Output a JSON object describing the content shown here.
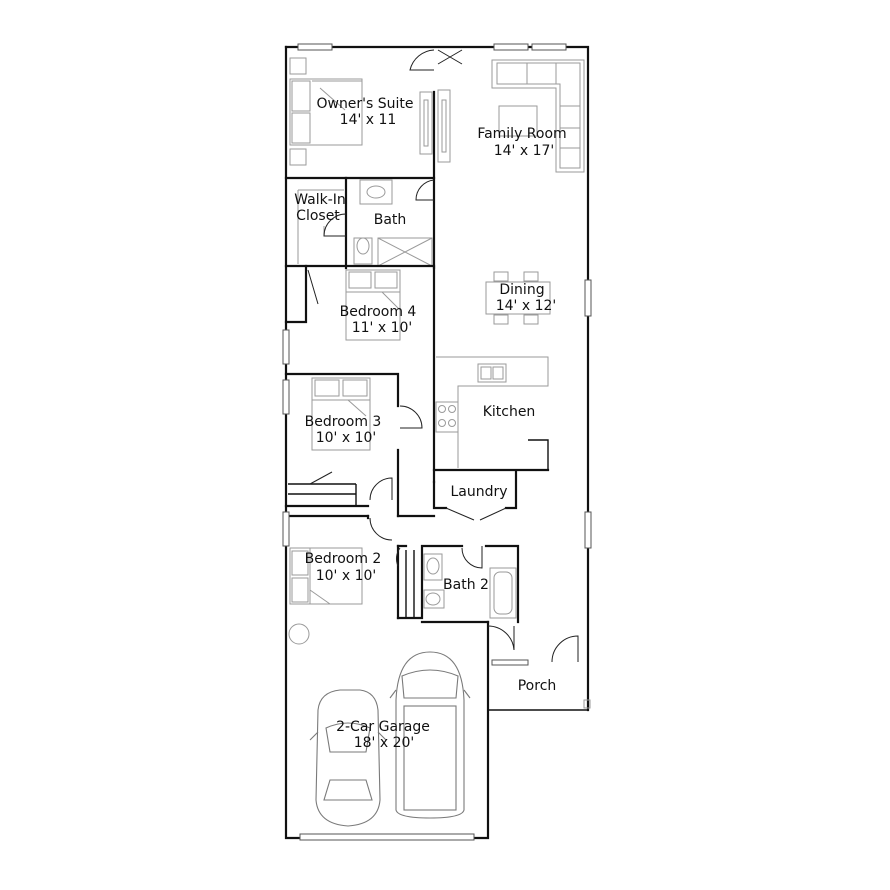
{
  "rooms": {
    "owners_suite": {
      "name": "Owner's Suite",
      "dims": "14' x 11"
    },
    "family_room": {
      "name": "Family Room",
      "dims": "14' x 17'"
    },
    "walk_in_closet": {
      "name_line1": "Walk-In",
      "name_line2": "Closet"
    },
    "bath": {
      "name": "Bath"
    },
    "bedroom_4": {
      "name": "Bedroom 4",
      "dims": "11' x 10'"
    },
    "dining": {
      "name": "Dining",
      "dims": "14' x 12'"
    },
    "kitchen": {
      "name": "Kitchen"
    },
    "bedroom_3": {
      "name": "Bedroom 3",
      "dims": "10' x 10'"
    },
    "laundry": {
      "name": "Laundry"
    },
    "bedroom_2": {
      "name": "Bedroom 2",
      "dims": "10' x 10'"
    },
    "bath_2": {
      "name": "Bath 2"
    },
    "porch": {
      "name": "Porch"
    },
    "garage": {
      "name": "2-Car Garage",
      "dims": "18' x 20'"
    }
  }
}
